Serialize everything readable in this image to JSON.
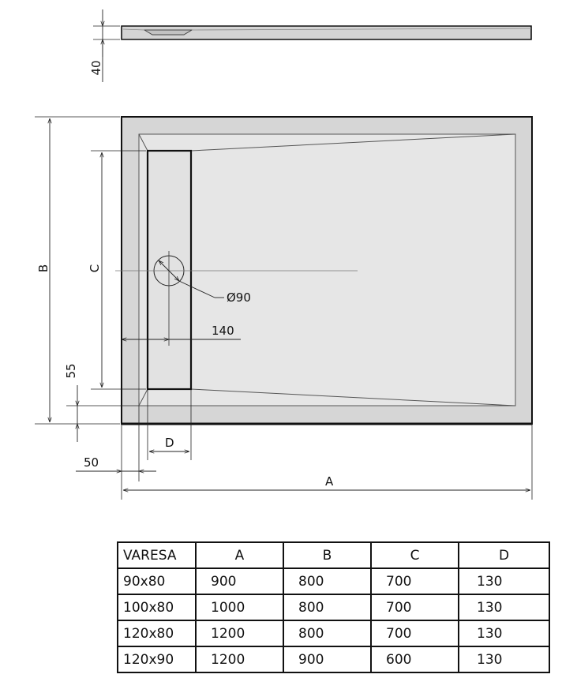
{
  "drawing": {
    "dim_height_profile": "40",
    "dim_width_label": "A",
    "dim_depth_label": "B",
    "dim_channel_length_label": "C",
    "dim_channel_width_label": "D",
    "dim_drain_diameter": "Ø90",
    "dim_drain_offset": "140",
    "dim_channel_offset_vertical": "55",
    "dim_channel_offset_horizontal": "50"
  },
  "table": {
    "headers": [
      "VARESA",
      "A",
      "B",
      "C",
      "D"
    ],
    "rows": [
      [
        "90x80",
        "900",
        "800",
        "700",
        "130"
      ],
      [
        "100x80",
        "1000",
        "800",
        "700",
        "130"
      ],
      [
        "120x80",
        "1200",
        "800",
        "700",
        "130"
      ],
      [
        "120x90",
        "1200",
        "900",
        "600",
        "130"
      ]
    ]
  }
}
